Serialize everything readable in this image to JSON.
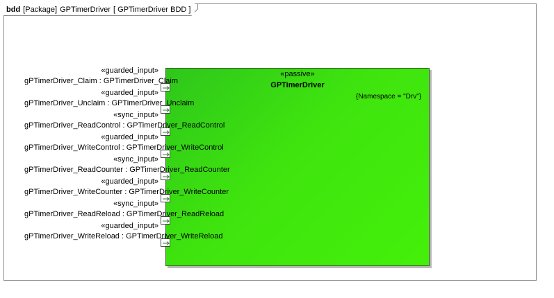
{
  "frame": {
    "kind": "bdd",
    "package": "[Package]",
    "name": "GPTimerDriver",
    "diagram": "[ GPTimerDriver BDD ]"
  },
  "block": {
    "stereotype": "«passive»",
    "name": "GPTimerDriver",
    "tagged_value": "{Namespace = \"Drv\"}",
    "fill_color": "#44f00a"
  },
  "ports": [
    {
      "stereotype": "«guarded_input»",
      "label": "gPTimerDriver_Claim : GPTimerDriver_Claim"
    },
    {
      "stereotype": "«guarded_input»",
      "label": "gPTimerDriver_Unclaim : GPTimerDriver_Unclaim"
    },
    {
      "stereotype": "«sync_input»",
      "label": "gPTimerDriver_ReadControl : GPTimerDriver_ReadControl"
    },
    {
      "stereotype": "«guarded_input»",
      "label": "gPTimerDriver_WriteControl : GPTimerDriver_WriteControl"
    },
    {
      "stereotype": "«sync_input»",
      "label": "gPTimerDriver_ReadCounter : GPTimerDriver_ReadCounter"
    },
    {
      "stereotype": "«guarded_input»",
      "label": "gPTimerDriver_WriteCounter : GPTimerDriver_WriteCounter"
    },
    {
      "stereotype": "«sync_input»",
      "label": "gPTimerDriver_ReadReload : GPTimerDriver_ReadReload"
    },
    {
      "stereotype": "«guarded_input»",
      "label": "gPTimerDriver_WriteReload : GPTimerDriver_WriteReload"
    }
  ]
}
